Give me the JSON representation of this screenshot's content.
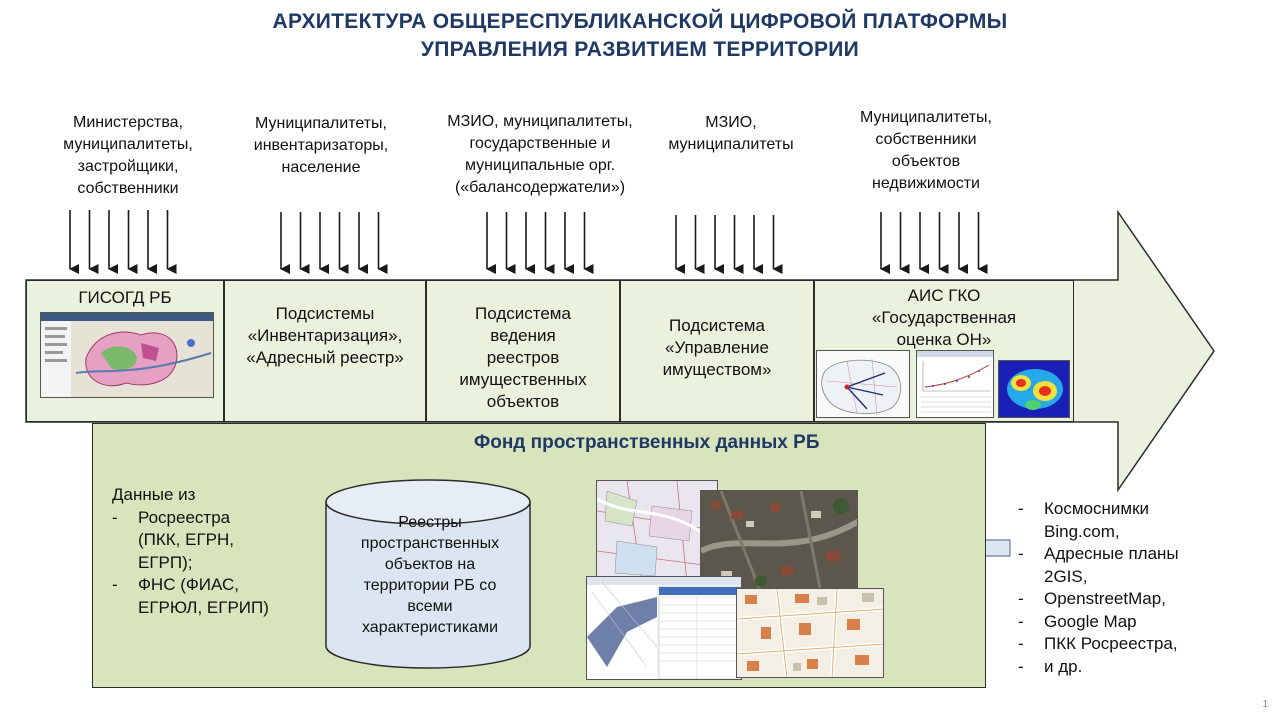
{
  "title": {
    "line1": "АРХИТЕКТУРА  ОБЩЕРЕСПУБЛИКАНСКОЙ ЦИФРОВОЙ ПЛАТФОРМЫ",
    "line2": "УПРАВЛЕНИЯ РАЗВИТИЕМ ТЕРРИТОРИИ"
  },
  "actors": [
    {
      "lines": [
        "Министерства,",
        "муниципалитеты,",
        "застройщики,",
        "собственники"
      ]
    },
    {
      "lines": [
        "Муниципалитеты,",
        "инвентаризаторы,",
        "население"
      ]
    },
    {
      "lines": [
        "МЗИО, муниципалитеты,",
        "государственные и",
        "муниципальные орг.",
        "(«балансодержатели»)"
      ]
    },
    {
      "lines": [
        "МЗИО,",
        "муниципалитеты"
      ]
    },
    {
      "lines": [
        "Муниципалитеты,",
        "собственники",
        "объектов",
        "недвижимости"
      ]
    }
  ],
  "systems": [
    {
      "lines": [
        "ГИСОГД РБ"
      ]
    },
    {
      "lines": [
        "Подсистемы",
        "«Инвентаризация»,",
        "«Адресный реестр»"
      ]
    },
    {
      "lines": [
        "Подсистема",
        "ведения",
        "реестров",
        "имущественных",
        "объектов"
      ]
    },
    {
      "lines": [
        "Подсистема",
        "«Управление",
        "имуществом»"
      ]
    },
    {
      "lines": [
        "АИС ГКО",
        "«Государственная",
        "оценка ОН»"
      ]
    }
  ],
  "fund": {
    "title": "Фонд пространственных данных РБ",
    "left_header": "Данные из",
    "left_items": [
      {
        "dash": "-",
        "lines": [
          "Росреестра",
          "(ПКК, ЕГРН,",
          "ЕГРП);"
        ]
      },
      {
        "dash": "-",
        "lines": [
          "ФНС (ФИАС,",
          "ЕГРЮЛ, ЕГРИП)"
        ]
      }
    ],
    "cylinder_lines": [
      "Реестры",
      "пространственных",
      "объектов на",
      "территории РБ со",
      "всеми",
      "характеристиками"
    ]
  },
  "right_sources": [
    {
      "dash": "-",
      "lines": [
        "Космоснимки",
        "Bing.com,"
      ]
    },
    {
      "dash": "-",
      "lines": [
        "Адресные планы",
        "2GIS,"
      ]
    },
    {
      "dash": "-",
      "lines": [
        "OpenstreetMap,"
      ]
    },
    {
      "dash": "-",
      "lines": [
        "Google Map"
      ]
    },
    {
      "dash": "-",
      "lines": [
        "ПКК Росреестра,"
      ]
    },
    {
      "dash": "-",
      "lines": [
        "и др."
      ]
    }
  ],
  "page_number": "1",
  "colors": {
    "title": "#1f3864",
    "system_fill": "#eaf1dd",
    "fund_fill": "#d8e4bc",
    "arrow_fill": "#ebf1de",
    "block_arrow_fill": "#dce6f2"
  }
}
